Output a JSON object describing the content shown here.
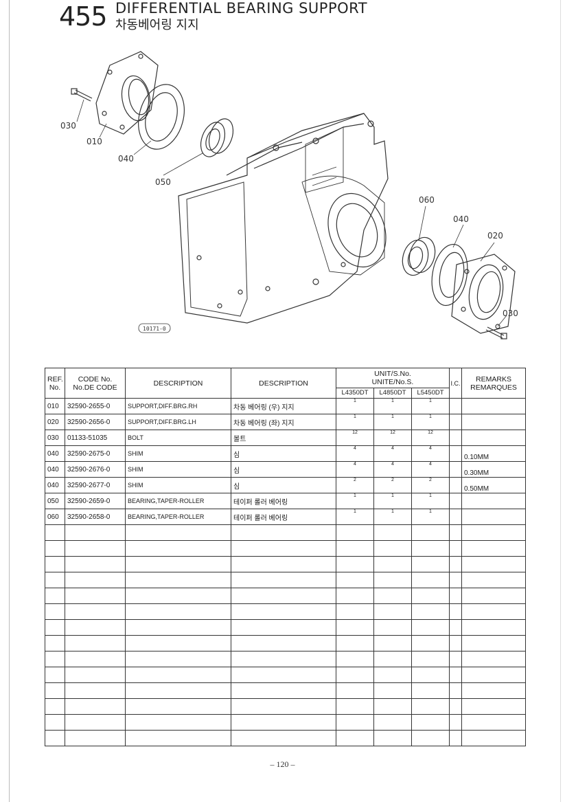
{
  "header": {
    "section_number": "455",
    "title_en": "DIFFERENTIAL BEARING SUPPORT",
    "title_ko": "차동베어링 지지"
  },
  "diagram": {
    "callouts": [
      "030",
      "010",
      "040",
      "050",
      "060",
      "040",
      "020",
      "030"
    ],
    "figure_code": "10171-0"
  },
  "table": {
    "headers": {
      "ref": "REF.\nNo.",
      "ref_line1": "REF.",
      "ref_line2": "No.",
      "code_line1": "CODE No.",
      "code_line2": "No.DE CODE",
      "description_en": "DESCRIPTION",
      "description_ko": "DESCRIPTION",
      "unit_line1": "UNIT/S.No.",
      "unit_line2": "UNITE/No.S.",
      "models": [
        "L4350DT",
        "L4850DT",
        "L5450DT"
      ],
      "ic": "I.C.",
      "remarks_line1": "REMARKS",
      "remarks_line2": "REMARQUES"
    },
    "rows": [
      {
        "ref": "010",
        "code": "32590-2655-0",
        "desc_en": "SUPPORT,DIFF.BRG.RH",
        "desc_ko": "차동 베어링 (우) 지지",
        "qty": [
          "1",
          "1",
          "1"
        ],
        "remarks": ""
      },
      {
        "ref": "020",
        "code": "32590-2656-0",
        "desc_en": "SUPPORT,DIFF.BRG.LH",
        "desc_ko": "차동 베어링 (좌) 지지",
        "qty": [
          "1",
          "1",
          "1"
        ],
        "remarks": ""
      },
      {
        "ref": "030",
        "code": "01133-51035",
        "desc_en": "BOLT",
        "desc_ko": "볼트",
        "qty": [
          "12",
          "12",
          "12"
        ],
        "remarks": ""
      },
      {
        "ref": "040",
        "code": "32590-2675-0",
        "desc_en": "SHIM",
        "desc_ko": "심",
        "qty": [
          "4",
          "4",
          "4"
        ],
        "remarks": "0.10MM"
      },
      {
        "ref": "040",
        "code": "32590-2676-0",
        "desc_en": "SHIM",
        "desc_ko": "심",
        "qty": [
          "4",
          "4",
          "4"
        ],
        "remarks": "0.30MM"
      },
      {
        "ref": "040",
        "code": "32590-2677-0",
        "desc_en": "SHIM",
        "desc_ko": "심",
        "qty": [
          "2",
          "2",
          "2"
        ],
        "remarks": "0.50MM"
      },
      {
        "ref": "050",
        "code": "32590-2659-0",
        "desc_en": "BEARING,TAPER-ROLLER",
        "desc_ko": "테이퍼 롤러 베어링",
        "qty": [
          "1",
          "1",
          "1"
        ],
        "remarks": ""
      },
      {
        "ref": "060",
        "code": "32590-2658-0",
        "desc_en": "BEARING,TAPER-ROLLER",
        "desc_ko": "테이퍼 롤러 베어링",
        "qty": [
          "1",
          "1",
          "1"
        ],
        "remarks": ""
      }
    ]
  },
  "footer": {
    "page_number": "– 120 –"
  }
}
